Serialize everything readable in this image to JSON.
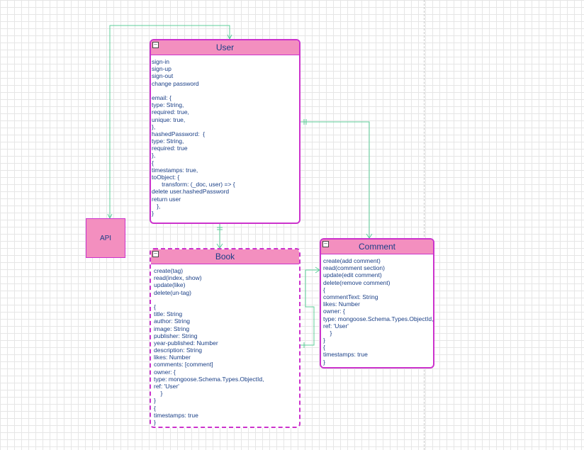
{
  "diagram": {
    "api_label": "API",
    "entities": {
      "user": {
        "title": "User",
        "lines": [
          "sign-in",
          "sign-up",
          "sign-out",
          "change password",
          "",
          "email: {",
          "type: String,",
          "required: true,",
          "unique: true,",
          "},",
          "hashedPassword:  {",
          "type: String,",
          "required: true",
          "},",
          "{",
          "timestamps: true,",
          "toObject: {",
          "      transform: (_doc, user) => {",
          "delete user.hashedPassword",
          "return user",
          "   },",
          "}"
        ]
      },
      "book": {
        "title": "Book",
        "lines": [
          "create(tag)",
          "read(index, show)",
          "update(like)",
          "delete(un-tag)",
          "",
          "{",
          "title: String",
          "author: String",
          "image: String",
          "publisher: String",
          "year-published: Number",
          "description: String",
          "likes: Number",
          "comments: [comment]",
          "owner: {",
          "type: mongoose.Schema.Types.ObjectId,",
          "ref: 'User'",
          "    }",
          "}",
          "{",
          "timestamps: true",
          "}"
        ]
      },
      "comment": {
        "title": "Comment",
        "lines": [
          "create(add comment)",
          "read(comment section)",
          "update(edit comment)",
          "delete(remove comment)",
          "{",
          "commentText: String",
          "likes: Number",
          "owner: {",
          "type: mongoose.Schema.Types.ObjectId,",
          "ref: 'User'",
          "    }",
          "}",
          "{",
          "timestamps: true",
          "}"
        ]
      }
    },
    "colors": {
      "entity_border": "#cc33cc",
      "header_fill": "#f38fbf",
      "text": "#1a3f86",
      "connector": "#5ccf9a"
    }
  }
}
